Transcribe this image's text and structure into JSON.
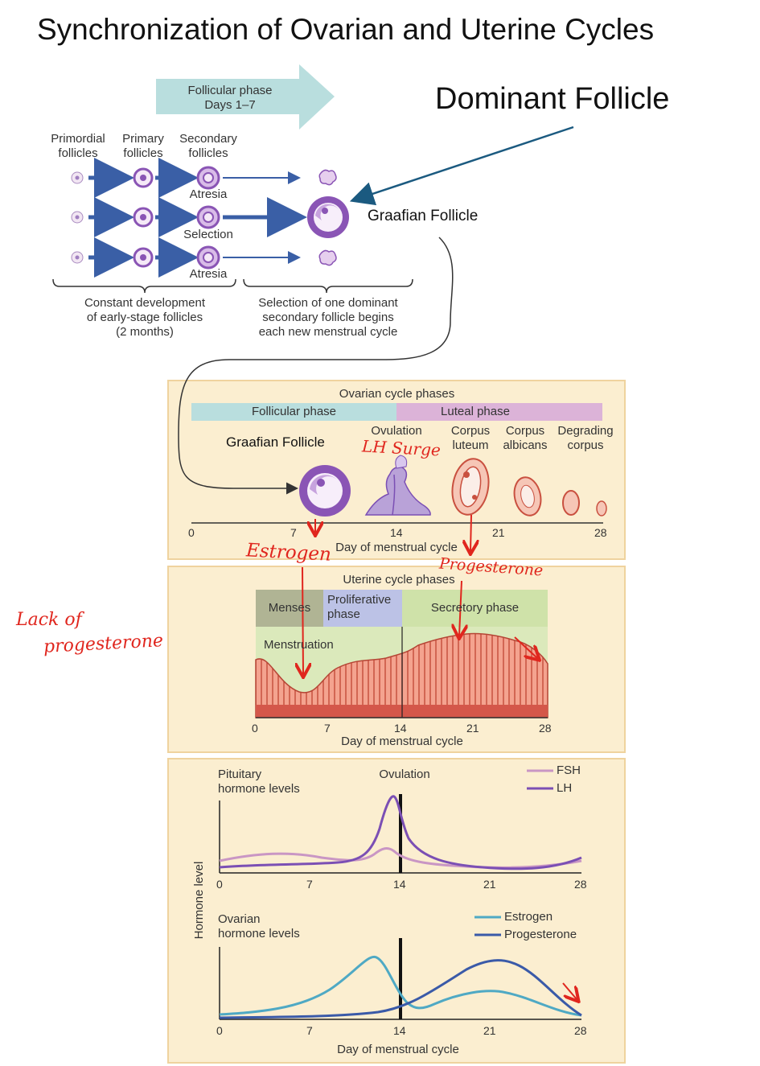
{
  "title": "Synchronization of Ovarian and Uterine Cycles",
  "dominant_label": "Dominant Follicle",
  "graafian_label_top": "Graafian Follicle",
  "top_diagram": {
    "phase_arrow_line1": "Follicular phase",
    "phase_arrow_line2": "Days 1–7",
    "col_primordial_1": "Primordial",
    "col_primordial_2": "follicles",
    "col_primary_1": "Primary",
    "col_primary_2": "follicles",
    "col_secondary_1": "Secondary",
    "col_secondary_2": "follicles",
    "row_labels": [
      "Atresia",
      "Selection",
      "Atresia"
    ],
    "bracket_left_1": "Constant development",
    "bracket_left_2": "of early-stage follicles",
    "bracket_left_3": "(2 months)",
    "bracket_right_1": "Selection of one dominant",
    "bracket_right_2": "secondary follicle begins",
    "bracket_right_3": "each new menstrual cycle"
  },
  "ovarian_panel": {
    "heading": "Ovarian cycle phases",
    "follicular": "Follicular phase",
    "luteal": "Luteal phase",
    "graafian": "Graafian Follicle",
    "ovulation": "Ovulation",
    "corpus_luteum_1": "Corpus",
    "corpus_luteum_2": "luteum",
    "corpus_albicans_1": "Corpus",
    "corpus_albicans_2": "albicans",
    "degrading_1": "Degrading",
    "degrading_2": "corpus",
    "ticks": [
      "0",
      "7",
      "14",
      "21",
      "28"
    ],
    "axis_label": "Day of menstrual cycle"
  },
  "uterine_panel": {
    "heading": "Uterine cycle phases",
    "menses": "Menses",
    "proliferative_1": "Proliferative",
    "proliferative_2": "phase",
    "secretory": "Secretory phase",
    "menstruation": "Menstruation",
    "ticks": [
      "0",
      "7",
      "14",
      "21",
      "28"
    ],
    "axis_label": "Day of menstrual cycle"
  },
  "hormone_panel": {
    "y_label": "Hormone level",
    "pituitary_1": "Pituitary",
    "pituitary_2": "hormone levels",
    "ovulation": "Ovulation",
    "legend_fsh": "FSH",
    "legend_lh": "LH",
    "ovarian_1": "Ovarian",
    "ovarian_2": "hormone levels",
    "legend_estrogen": "Estrogen",
    "legend_progesterone": "Progesterone",
    "ticks": [
      "0",
      "7",
      "14",
      "21",
      "28"
    ],
    "axis_label": "Day of menstrual cycle"
  },
  "annotations": {
    "lh_surge": "LH Surge",
    "estrogen": "Estrogen",
    "progesterone": "Progesterone",
    "lack_1": "Lack of",
    "lack_2": "progesterone"
  },
  "colors": {
    "arrow_blue": "#3a5fa6",
    "follicle_purple": "#8a55b5",
    "follicular_bar": "#b9dede",
    "luteal_bar": "#dcb3d8",
    "menses_bar": "#b0b494",
    "proliferative_bar": "#bcc2e6",
    "secretory_bar": "#cfe2a9",
    "panel_bg": "#fbeed0",
    "fsh": "#c996c4",
    "lh": "#7b4fb4",
    "estrogen": "#4fa9c4",
    "progesterone": "#3a5aa8",
    "annotation_red": "#e0261e",
    "pointer_navy": "#1b5a80"
  }
}
